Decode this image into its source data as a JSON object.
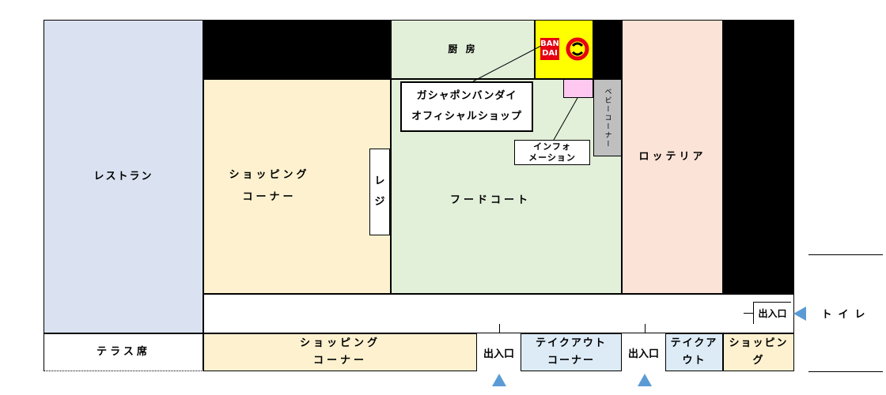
{
  "zones": {
    "restaurant": "レストラン",
    "shopping_left": "ショッピング\nコーナー",
    "register": "レ\nジ",
    "kitchen": "厨 房",
    "food_court": "フードコート",
    "baby_corner": "ベビーコーナー",
    "lotteria": "ロッテリア",
    "terrace": "テラス席",
    "shopping_bottom": "ショッピング\nコーナー",
    "takeout_1": "テイクアウト\nコーナー",
    "takeout_2": "テイクア\nウト",
    "shopping_bottom_right": "ショッピン\nグ",
    "toilet": "トイレ"
  },
  "entrances": [
    "出入口",
    "出入口",
    "出入口"
  ],
  "callouts": {
    "gashapon": "ガシャポンバンダイ\nオフィシャルショップ",
    "information": "インフォ\nメーション"
  },
  "logo": {
    "text_top": "BAN",
    "text_bottom": "DAI"
  },
  "colors": {
    "restaurant": "#dae2f1",
    "shopping": "#fdf1cf",
    "food_court": "#e2efd9",
    "lotteria": "#fce3d7",
    "kitchen_black": "#000000",
    "logo_bg": "#ffff00",
    "info_pink": "#ffc8f0",
    "baby_gray": "#bfbfbf",
    "takeout": "#ddebf7",
    "entrance_triangle": "#5b9bd5"
  }
}
